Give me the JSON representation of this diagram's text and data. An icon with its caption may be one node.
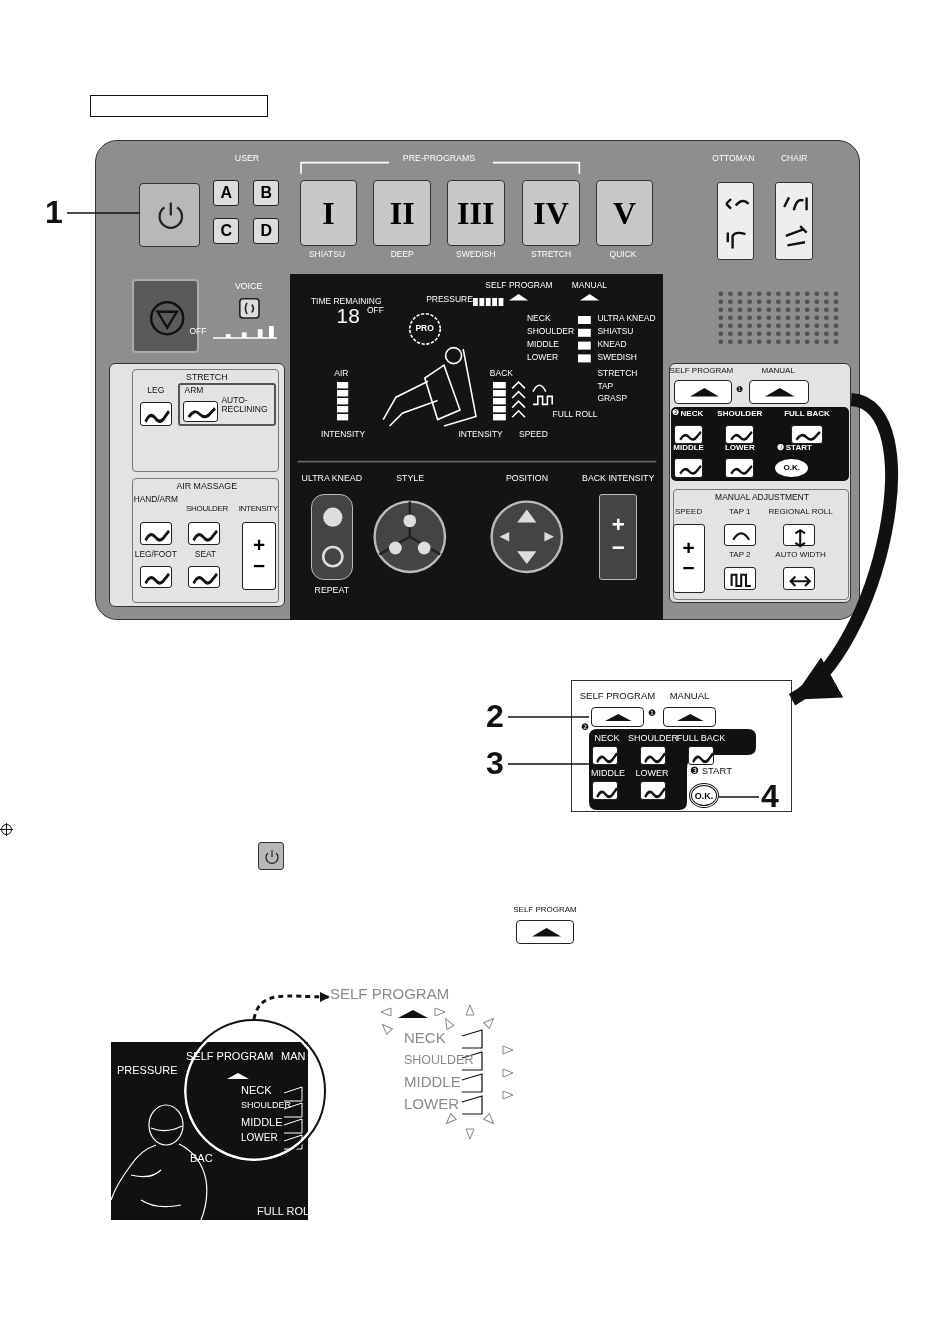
{
  "diagram": {
    "nodes": [
      {
        "text": [],
        "shape": "box"
      },
      {
        "text": [],
        "shape": "box",
        "in": 0
      },
      {
        "text": [
          "1"
        ]
      },
      {
        "text": [],
        "shape": "box",
        "in": 0
      },
      {
        "text": [
          "STRETCH"
        ],
        "in": 3
      },
      {
        "text": [
          "AIR MASSAGE"
        ],
        "in": 3
      },
      {
        "text": [],
        "shape": "box",
        "in": 0
      },
      {
        "text": [
          "MANUAL ADJUSTMENT"
        ],
        "in": 6
      },
      {
        "text": [],
        "shape": "box"
      },
      {
        "text": [
          "SELF PROGRAM"
        ],
        "in": 8
      },
      {
        "text": [
          "MANUAL"
        ],
        "in": 8
      },
      {
        "text": [
          "NECK",
          "SHOULDER",
          "FULL BACK",
          "MIDDLE",
          "LOWER"
        ],
        "in": 8
      },
      {
        "text": [
          "O.K."
        ],
        "in": 8
      },
      {
        "text": [
          "2"
        ]
      },
      {
        "text": [
          "3"
        ]
      },
      {
        "text": [
          "4"
        ],
        "in": 8
      },
      {
        "text": [],
        "shape": "circle"
      },
      {
        "text": [
          "SELF PROGRAM"
        ]
      }
    ],
    "edges": [
      {
        "from": 2,
        "to": 1,
        "arrow": "none"
      },
      {
        "from": 13,
        "to": 9,
        "arrow": "none"
      },
      {
        "from": 14,
        "to": 11,
        "arrow": "none"
      },
      {
        "from": 15,
        "to": 12,
        "arrow": "none"
      },
      {
        "from": 6,
        "to": 8,
        "arrow": "to",
        "style": "thick"
      },
      {
        "from": 16,
        "to": 17,
        "arrow": "to",
        "style": "dashed"
      }
    ],
    "labels": [
      "USER",
      "PRE-PROGRAMS",
      "OTTOMAN",
      "CHAIR",
      "A",
      "B",
      "I",
      "II",
      "III",
      "IV",
      "V",
      "C",
      "D",
      "SHIATSU",
      "DEEP",
      "SWEDISH",
      "STRETCH",
      "QUICK",
      "VOICE",
      "SELF PROGRAM",
      "MANUAL",
      "TIME REMAINING",
      "PRESSURE",
      "18",
      "OFF",
      "NECK",
      "ULTRA KNEAD",
      "OFF",
      "PRO",
      "SHOULDER",
      "SHIATSU",
      "MIDDLE",
      "KNEAD",
      "LOWER",
      "SWEDISH",
      "AIR",
      "BACK",
      "STRETCH",
      "TAP",
      "GRASP",
      "FULL ROLL",
      "INTENSITY",
      "INTENSITY",
      "SPEED",
      "LEG",
      "ARM",
      "AUTO-RECLINING",
      "HAND/ARM",
      "SHOULDER",
      "INTENSITY",
      "LEG/FOOT",
      "SEAT",
      "+",
      "−",
      "ULTRA KNEAD",
      "STYLE",
      "POSITION",
      "BACK INTENSITY",
      "+",
      "−",
      "REPEAT",
      "SELF PROGRAM",
      "MANUAL",
      "❶",
      "❷",
      "NECK",
      "SHOULDER",
      "FULL BACK",
      "MIDDLE",
      "LOWER",
      "❸ START",
      "O.K.",
      "SPEED",
      "TAP 1",
      "REGIONAL ROLL",
      "+",
      "TAP 2",
      "AUTO WIDTH",
      "−",
      "❶",
      "❷",
      "❸ START",
      "SELF PROGRAM",
      "SELF PROGRAM",
      "MAN",
      "PRESSURE",
      "NECK",
      "SHOULDER",
      "MIDDLE",
      "LOWER",
      "BAC",
      "FULL ROL",
      "NECK",
      "SHOULDER",
      "MIDDLE",
      "LOWER"
    ]
  }
}
